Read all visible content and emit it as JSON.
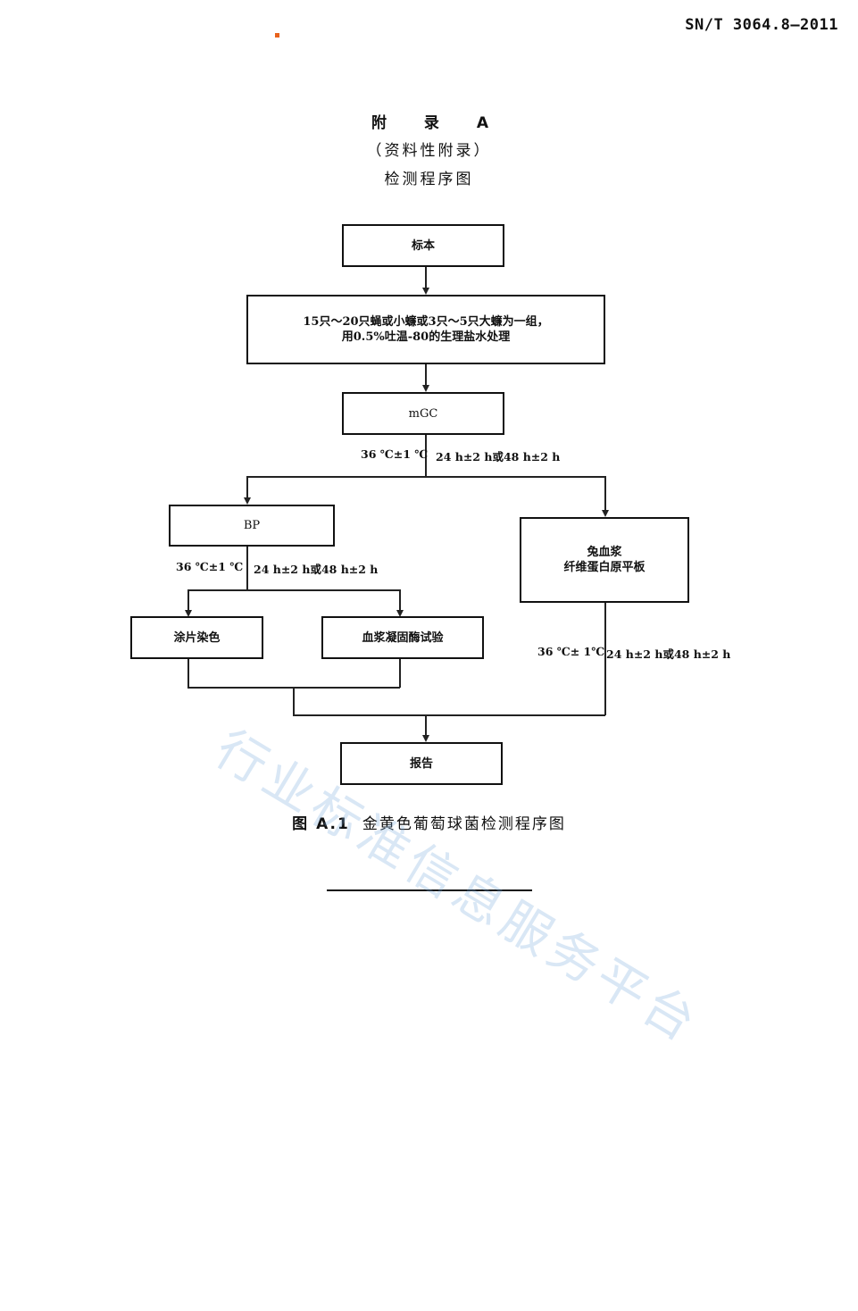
{
  "header": {
    "standard_code": "SN/T 3064.8—2011"
  },
  "titles": {
    "appendix": "附 录 A",
    "type": "（资料性附录）",
    "name": "检测程序图"
  },
  "flow": {
    "specimen": "标本",
    "prep_line1": "15只～20只蝇或小蠊或3只～5只大蠊为一组，",
    "prep_line2": "用0.5%吐温-80的生理盐水处理",
    "mgc": "mGC",
    "bp": "BP",
    "rabbit_line1": "兔血浆",
    "rabbit_line2": "纤维蛋白原平板",
    "smear": "涂片染色",
    "coagulase": "血浆凝固酶试验",
    "report": "报告"
  },
  "conditions": {
    "mgc_temp": "36 ℃±1 ℃",
    "mgc_time": "24 h±2 h或48 h±2 h",
    "bp_temp": "36 ℃±1 ℃",
    "bp_time": "24 h±2 h或48 h±2 h",
    "rabbit_temp": "36 ℃± 1℃",
    "rabbit_time": "24 h±2 h或48 h±2 h"
  },
  "caption": {
    "number": "图 A.1",
    "text": "金黄色葡萄球菌检测程序图"
  },
  "watermark": "行业标准信息服务平台"
}
